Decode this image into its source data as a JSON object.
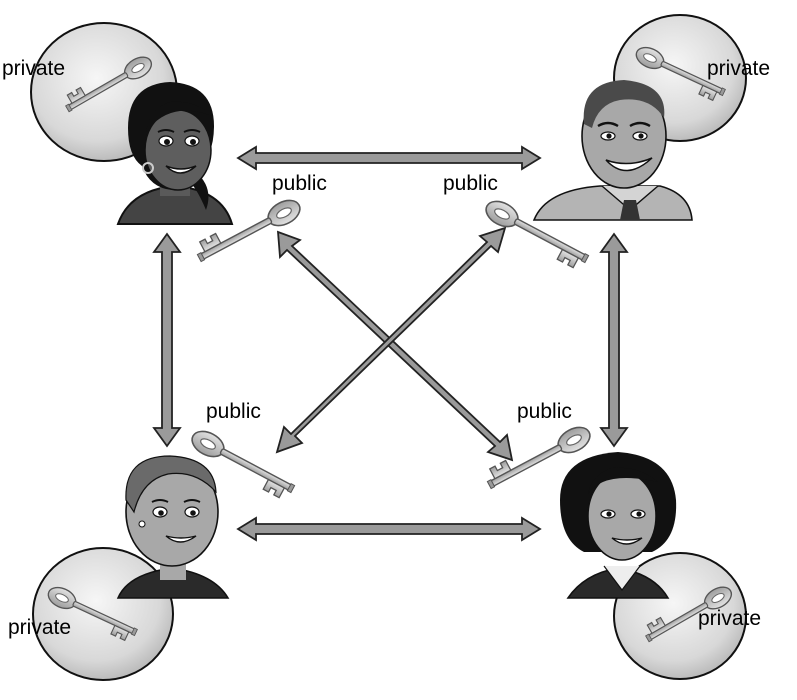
{
  "diagram": {
    "labels": {
      "private": "private",
      "public": "public"
    },
    "participants": [
      {
        "role": "top-left",
        "private_label": "private",
        "public_label": "public"
      },
      {
        "role": "top-right",
        "private_label": "private",
        "public_label": "public"
      },
      {
        "role": "bottom-left",
        "private_label": "private",
        "public_label": "public"
      },
      {
        "role": "bottom-right",
        "private_label": "private",
        "public_label": "public"
      }
    ],
    "colors": {
      "arrow_fill": "#9a9a9a",
      "arrow_stroke": "#222222",
      "key_fill": "#c4c4c4",
      "bubble_fill": "#d6d6d6",
      "skin_dark": "#5a5a5a",
      "skin_light": "#a8a8a8"
    }
  }
}
